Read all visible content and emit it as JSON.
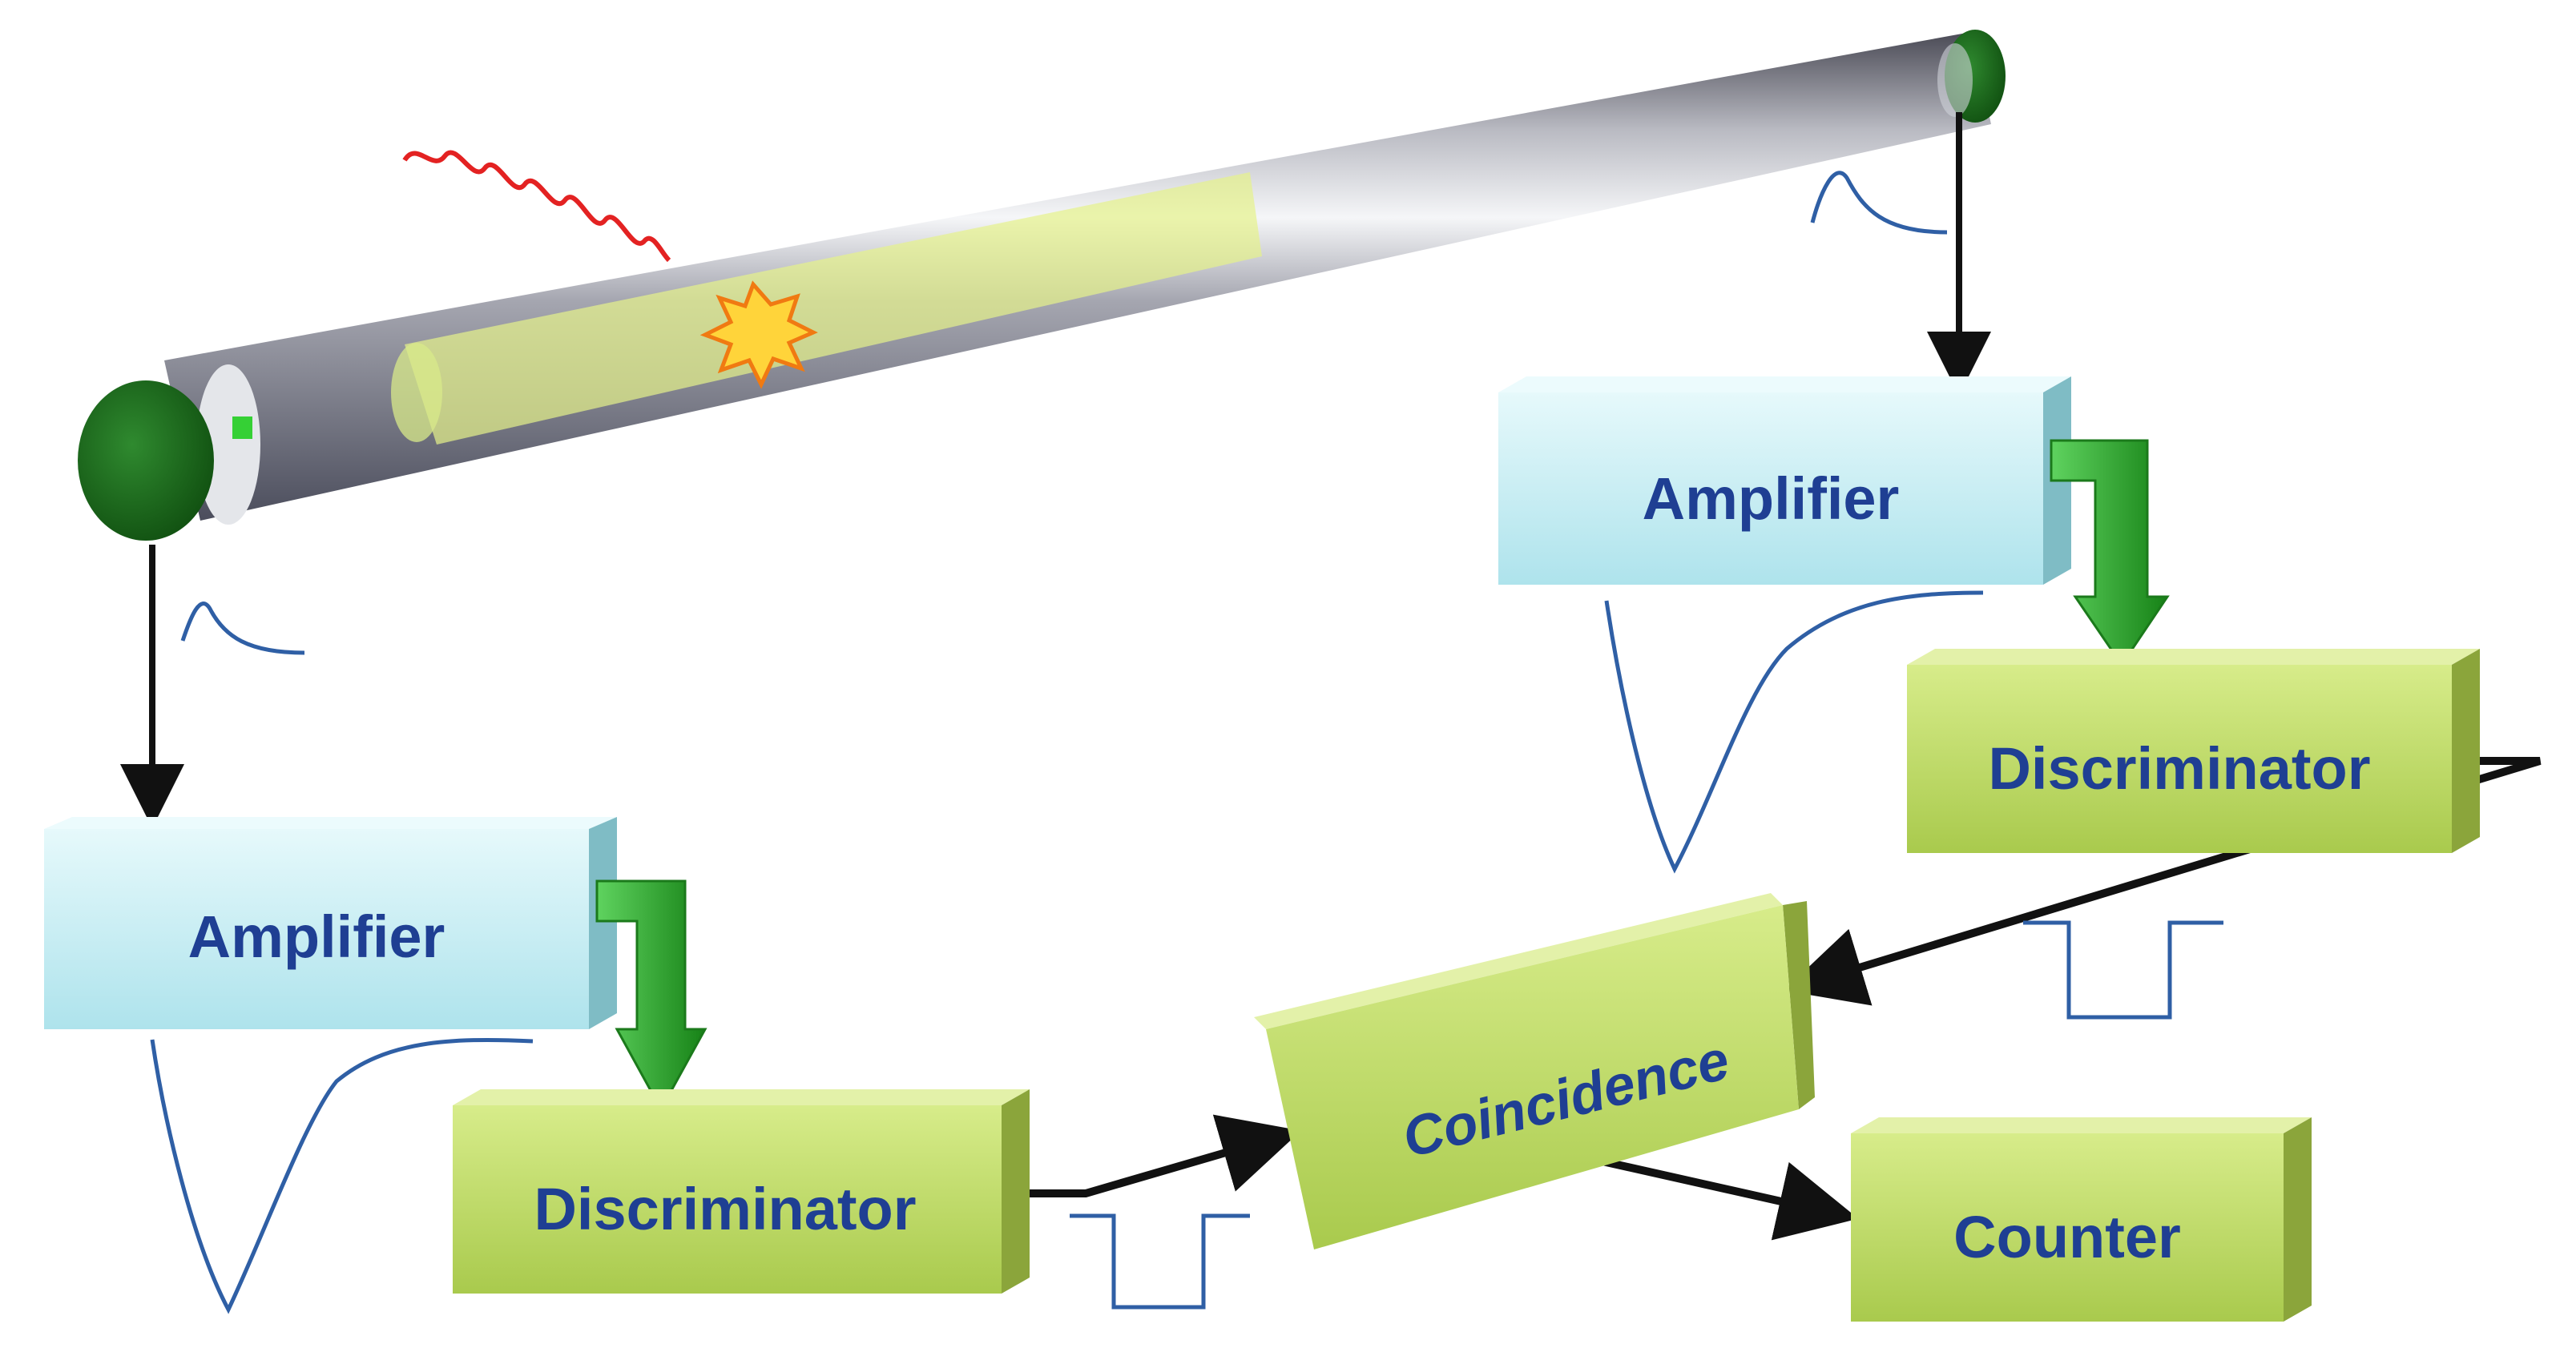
{
  "labels": {
    "amplifier_left": "Amplifier",
    "amplifier_right": "Amplifier",
    "discriminator_left": "Discriminator",
    "discriminator_right": "Discriminator",
    "coincidence": "Coincidence",
    "counter": "Counter"
  },
  "colors": {
    "label_text": "#1f3f93",
    "amplifier_fill": "#c8eef5",
    "discriminator_fill": "#b5d35a",
    "pmt_green": "#1f6b1f",
    "signal_trace": "#2f5fa5",
    "photon_wave": "#e32222",
    "arrow_black": "#111111",
    "arrow_green": "#2a9d2a"
  }
}
